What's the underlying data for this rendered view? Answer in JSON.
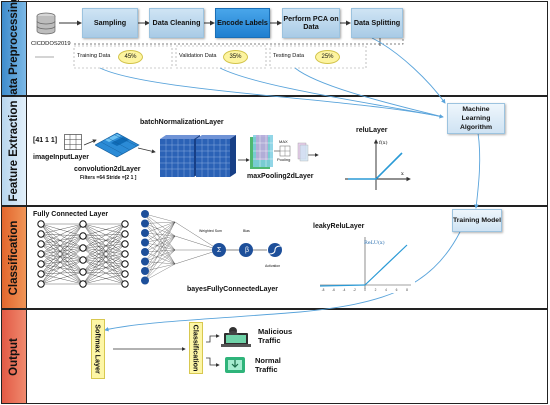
{
  "sections": {
    "preprocessing": "Data Preprocessing",
    "feature": "Feature Extraction",
    "classification": "Classification",
    "output": "Output"
  },
  "colors": {
    "preprocessing": "#5ba3d8",
    "feature": "#cfe3f3",
    "classification": "#e9773d",
    "output": "#e86a56",
    "pipeline_step": "#a9cbe6",
    "pipeline_step_active": "#1f7fd0",
    "connector": "#5aa4db",
    "percent_badge": "#fdf4a0",
    "conv_block": "#2b62b6",
    "relu_line": "#2a9ad6"
  },
  "preprocessing": {
    "dataset": "CICDDOS2019",
    "dataset_icon": "database-icon",
    "steps": [
      "Sampling",
      "Data Cleaning",
      "Encode Labels",
      "Perform PCA on Data",
      "Data Splitting"
    ],
    "splits": [
      {
        "label": "Training Data",
        "percent": "45%"
      },
      {
        "label": "Validation Data",
        "percent": "35%"
      },
      {
        "label": "Testing Data",
        "percent": "25%"
      }
    ]
  },
  "side_boxes": {
    "ml": "Machine Learning Algorithm",
    "training": "Training Model"
  },
  "feature": {
    "input_matrix": "[41 1 1]",
    "input_layer": "imageInputLayer",
    "conv_layer": "convolution2dLayer",
    "conv_params": "Filters =64 Stride =[2 1 ]",
    "bn_layer": "batchNormalizationLayer",
    "pool_layer": "maxPooling2dLayer",
    "pool_max": "MAX",
    "pool_word": "Pooling",
    "relu_layer": "reluLayer",
    "relu_y": "f(x)",
    "relu_x": "x"
  },
  "classification": {
    "fc_layer": "Fully Connected Layer",
    "bayes_layer": "bayesFullyConnectedLayer",
    "leaky_layer": "leakyReluLayer",
    "leaky_func": "ReLU(x)",
    "weighted_sum": "Weighted Sum",
    "bias": "Bias",
    "activation": "Activation",
    "sigma": "Σ",
    "beta": "β",
    "leaky_ticks": [
      "-8",
      "-6",
      "-4",
      "-2",
      "0",
      "2",
      "4",
      "6",
      "8"
    ]
  },
  "output": {
    "softmax": "Softmax Layer",
    "classification": "Classification",
    "malicious": "Malicious Traffic",
    "normal": "Normal Traffic",
    "malicious_icon": "hacker-icon",
    "normal_icon": "safe-download-icon"
  }
}
